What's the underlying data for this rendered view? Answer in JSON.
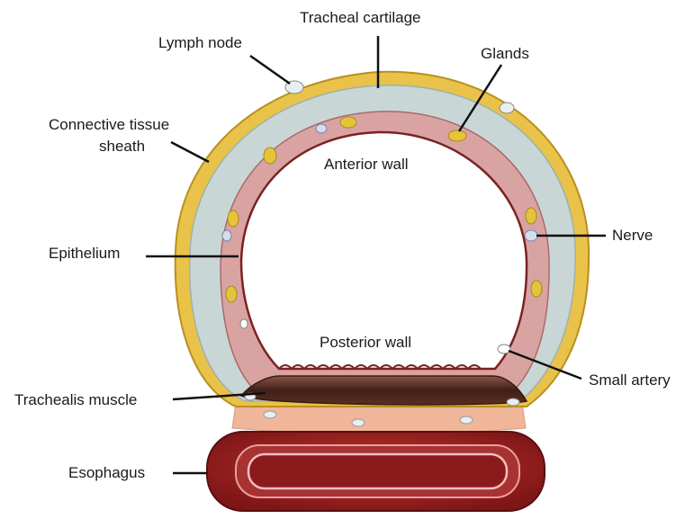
{
  "labels": {
    "tracheal_cartilage": "Tracheal cartilage",
    "lymph_node": "Lymph node",
    "glands": "Glands",
    "connective_tissue_line1": "Connective tissue",
    "connective_tissue_line2": "sheath",
    "anterior_wall": "Anterior wall",
    "nerve": "Nerve",
    "epithelium": "Epithelium",
    "posterior_wall": "Posterior wall",
    "small_artery": "Small artery",
    "trachealis_muscle": "Trachealis muscle",
    "esophagus": "Esophagus"
  },
  "colors": {
    "sheath": "#e9c24a",
    "cartilage": "#c9d6d6",
    "mucosa": "#d9a3a2",
    "epithelium_edge": "#7a2222",
    "muscle": "#6b3b2e",
    "esophagus": "#9b1c1f",
    "gland": "#e6c43a"
  }
}
